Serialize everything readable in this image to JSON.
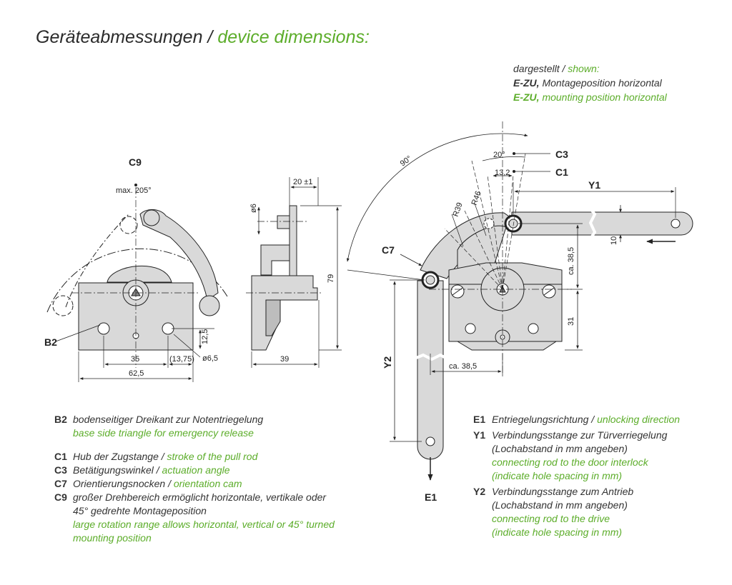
{
  "title": {
    "de": "Geräteabmessungen",
    "sep": " / ",
    "en": "device dimensions:"
  },
  "shown": {
    "line1_de": "dargestellt",
    "line1_sep": " / ",
    "line1_en": "shown:",
    "line2_code": "E-ZU,",
    "line2_text": " Montageposition horizontal",
    "line3_code": "E-ZU,",
    "line3_text": " mounting position horizontal"
  },
  "labels": {
    "c9": "C9",
    "b2": "B2",
    "c7": "C7",
    "c3": "C3",
    "c1": "C1",
    "y1": "Y1",
    "y2": "Y2",
    "e1": "E1"
  },
  "dims": {
    "max205": "max. 205°",
    "d35": "35",
    "d1375": "(13,75)",
    "d625": "62,5",
    "d125": "12,5",
    "phi65": "ø6,5",
    "d20": "20 ±1",
    "phi6": "ø6",
    "d79": "79",
    "d39": "39",
    "a90": "90°",
    "a20": "20°",
    "d132": "13,2",
    "r46": "R46",
    "r39": "R39",
    "d10": "10",
    "ca385v": "ca. 38,5",
    "d31": "31",
    "ca385h": "ca. 38,5"
  },
  "legend_left": [
    {
      "code": "B2",
      "de": "bodenseitiger Dreikant zur Notentriegelung",
      "en": "base side triangle for emergency release"
    },
    {
      "code": "C1",
      "de": "Hub der Zugstange",
      "sep": " / ",
      "en": "stroke of the pull rod"
    },
    {
      "code": "C3",
      "de": "Betätigungswinkel",
      "sep": " / ",
      "en": "actuation angle"
    },
    {
      "code": "C7",
      "de": "Orientierungsnocken",
      "sep": " / ",
      "en": "orientation cam"
    },
    {
      "code": "C9",
      "de1": "großer Drehbereich ermöglicht horizontale, vertikale oder",
      "de2": "45° gedrehte Montageposition",
      "en1": "large rotation range allows horizontal, vertical or 45° turned",
      "en2": "mounting position"
    }
  ],
  "legend_right": [
    {
      "code": "E1",
      "de": "Entriegelungsrichtung",
      "sep": " / ",
      "en": "unlocking direction"
    },
    {
      "code": "Y1",
      "de1": "Verbindungsstange zur Türverriegelung",
      "de2": "(Lochabstand in mm angeben)",
      "en1": "connecting rod to the door interlock",
      "en2": "(indicate hole spacing in mm)"
    },
    {
      "code": "Y2",
      "de1": "Verbindungsstange zum Antrieb",
      "de2": "(Lochabstand in mm angeben)",
      "en1": "connecting rod to the drive",
      "en2": "(indicate hole spacing in mm)"
    }
  ],
  "colors": {
    "green": "#5cad2a",
    "part": "#d9d9d9",
    "line": "#222222"
  }
}
